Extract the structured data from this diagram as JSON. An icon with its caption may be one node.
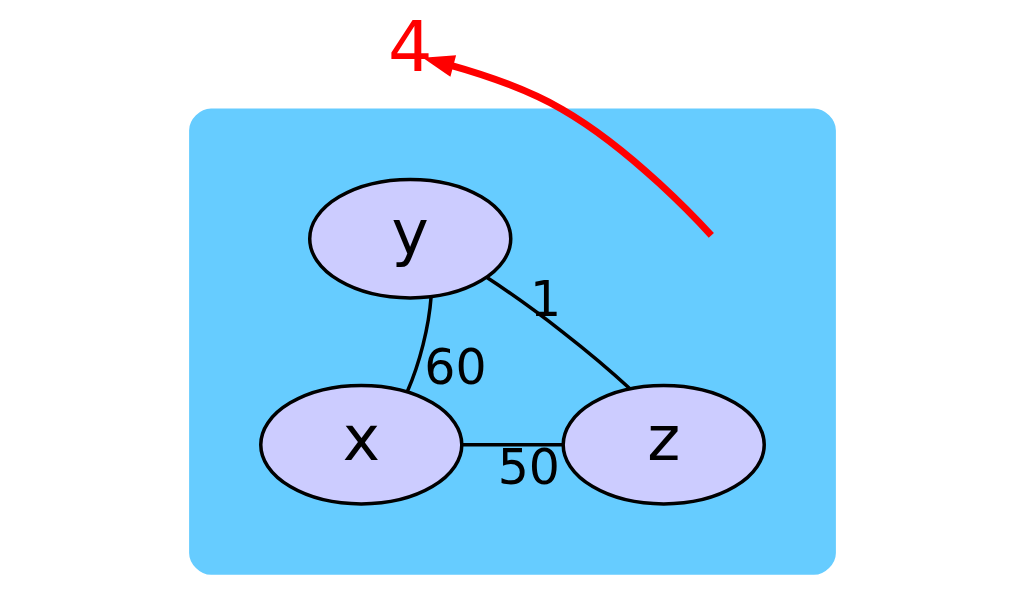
{
  "diagram": {
    "nodes": [
      {
        "text": [],
        "shape": "cloud"
      },
      {
        "text": [
          "y"
        ],
        "in": 0
      },
      {
        "text": [
          "x"
        ],
        "in": 0
      },
      {
        "text": [
          "z"
        ],
        "in": 0
      },
      {
        "text": [
          "4"
        ]
      }
    ],
    "edges": [
      {
        "from": 2,
        "to": 1,
        "arrow": "none",
        "label": "60"
      },
      {
        "from": 1,
        "to": 3,
        "arrow": "none",
        "label": "1"
      },
      {
        "from": 2,
        "to": 3,
        "arrow": "none",
        "label": "50"
      },
      {
        "from": null,
        "to": 4,
        "arrow": "to",
        "style": "thick",
        "color": "#ff0000"
      }
    ]
  }
}
